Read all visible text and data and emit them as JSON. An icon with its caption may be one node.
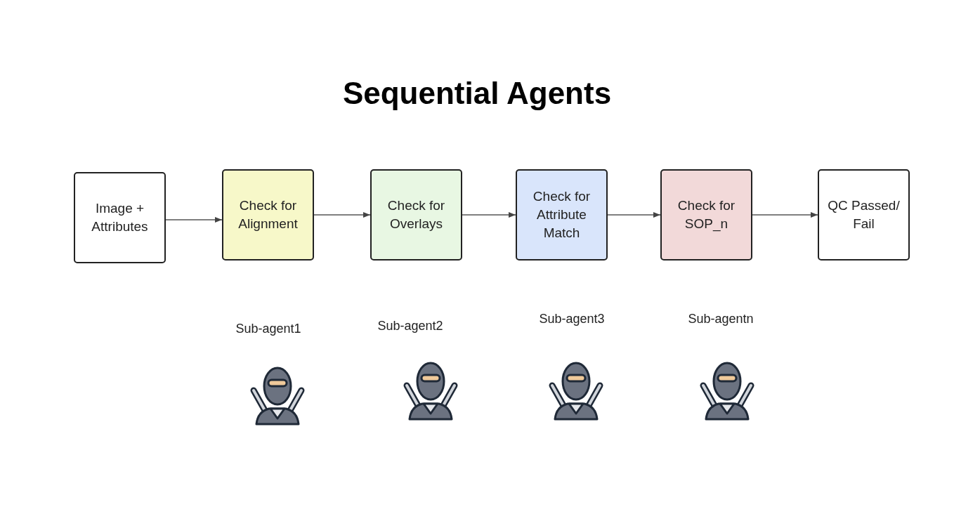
{
  "diagram": {
    "title": "Sequential Agents",
    "nodes": [
      {
        "text": [
          "Image + Attributes"
        ]
      },
      {
        "text": [
          "Check for Alignment"
        ]
      },
      {
        "text": [
          "Check for Overlays"
        ]
      },
      {
        "text": [
          "Check for Attribute Match"
        ]
      },
      {
        "text": [
          "Check for SOP_n"
        ]
      },
      {
        "text": [
          "QC Passed/ Fail"
        ]
      }
    ],
    "edges": [
      {
        "from": 0,
        "to": 1,
        "arrow": "to"
      },
      {
        "from": 1,
        "to": 2,
        "arrow": "to"
      },
      {
        "from": 2,
        "to": 3,
        "arrow": "to"
      },
      {
        "from": 3,
        "to": 4,
        "arrow": "to"
      },
      {
        "from": 4,
        "to": 5,
        "arrow": "to"
      }
    ],
    "labels": [
      "Sub-agent1",
      "Sub-agent2",
      "Sub-agent3",
      "Sub-agentn"
    ]
  }
}
